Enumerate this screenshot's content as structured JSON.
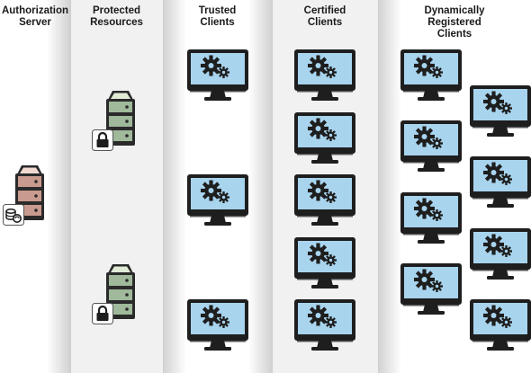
{
  "columns": {
    "authorization_server": {
      "title_line1": "Authorization",
      "title_line2": "Server"
    },
    "protected_resources": {
      "title_line1": "Protected",
      "title_line2": "Resources"
    },
    "trusted_clients": {
      "title_line1": "Trusted",
      "title_line2": "Clients"
    },
    "certified_clients": {
      "title_line1": "Certified",
      "title_line2": "Clients"
    },
    "dynamic_clients": {
      "title_line1": "Dynamically",
      "title_line2": "Registered",
      "title_line3": "Clients"
    }
  },
  "colors": {
    "auth_server_body": "#c99a8e",
    "resource_server_body": "#9fb99a",
    "monitor_screen": "#a8d4ee",
    "monitor_frame": "#1e1e1e",
    "gear": "#1e1e1e"
  },
  "icons": {
    "server": "server-icon",
    "auth_badge": "coins-key-badge-icon",
    "lock_badge": "padlock-badge-icon",
    "client": "monitor-gear-icon"
  },
  "counts": {
    "authorization_servers": 1,
    "protected_resources": 2,
    "trusted_clients": 3,
    "certified_clients": 5,
    "dynamic_clients": 8
  }
}
